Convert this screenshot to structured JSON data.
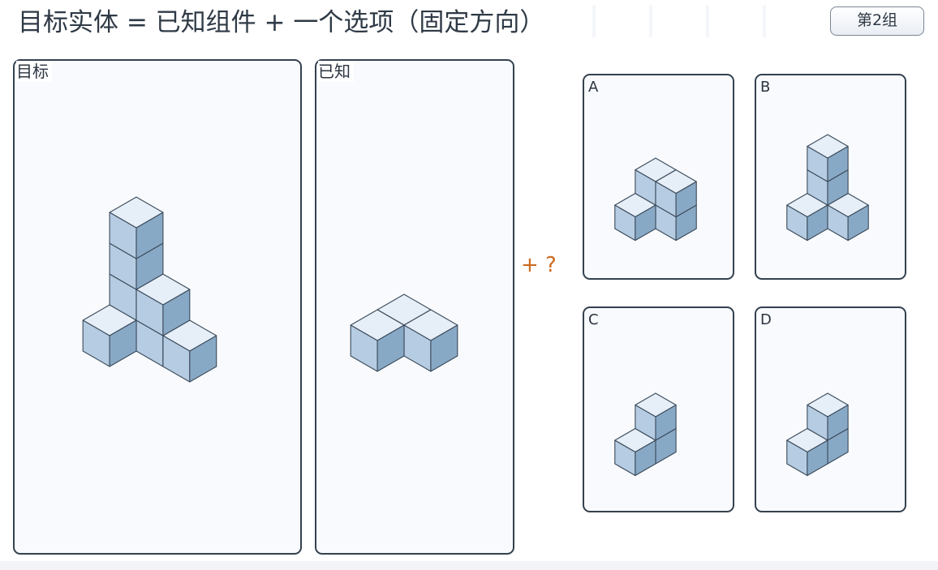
{
  "header": {
    "title": "目标实体 = 已知组件 + 一个选项（固定方向）",
    "group_badge": "第2组"
  },
  "panels": {
    "target_label": "目标",
    "known_label": "已知"
  },
  "operator": "+ ?",
  "options": {
    "a": "A",
    "b": "B",
    "c": "C",
    "d": "D"
  },
  "colors": {
    "cube_top": "#e6eef7",
    "cube_left": "#b6cce2",
    "cube_right": "#88a9c6",
    "edge": "#3b4a5a",
    "panel_border": "#34414f",
    "operator": "#cc6a1e"
  }
}
